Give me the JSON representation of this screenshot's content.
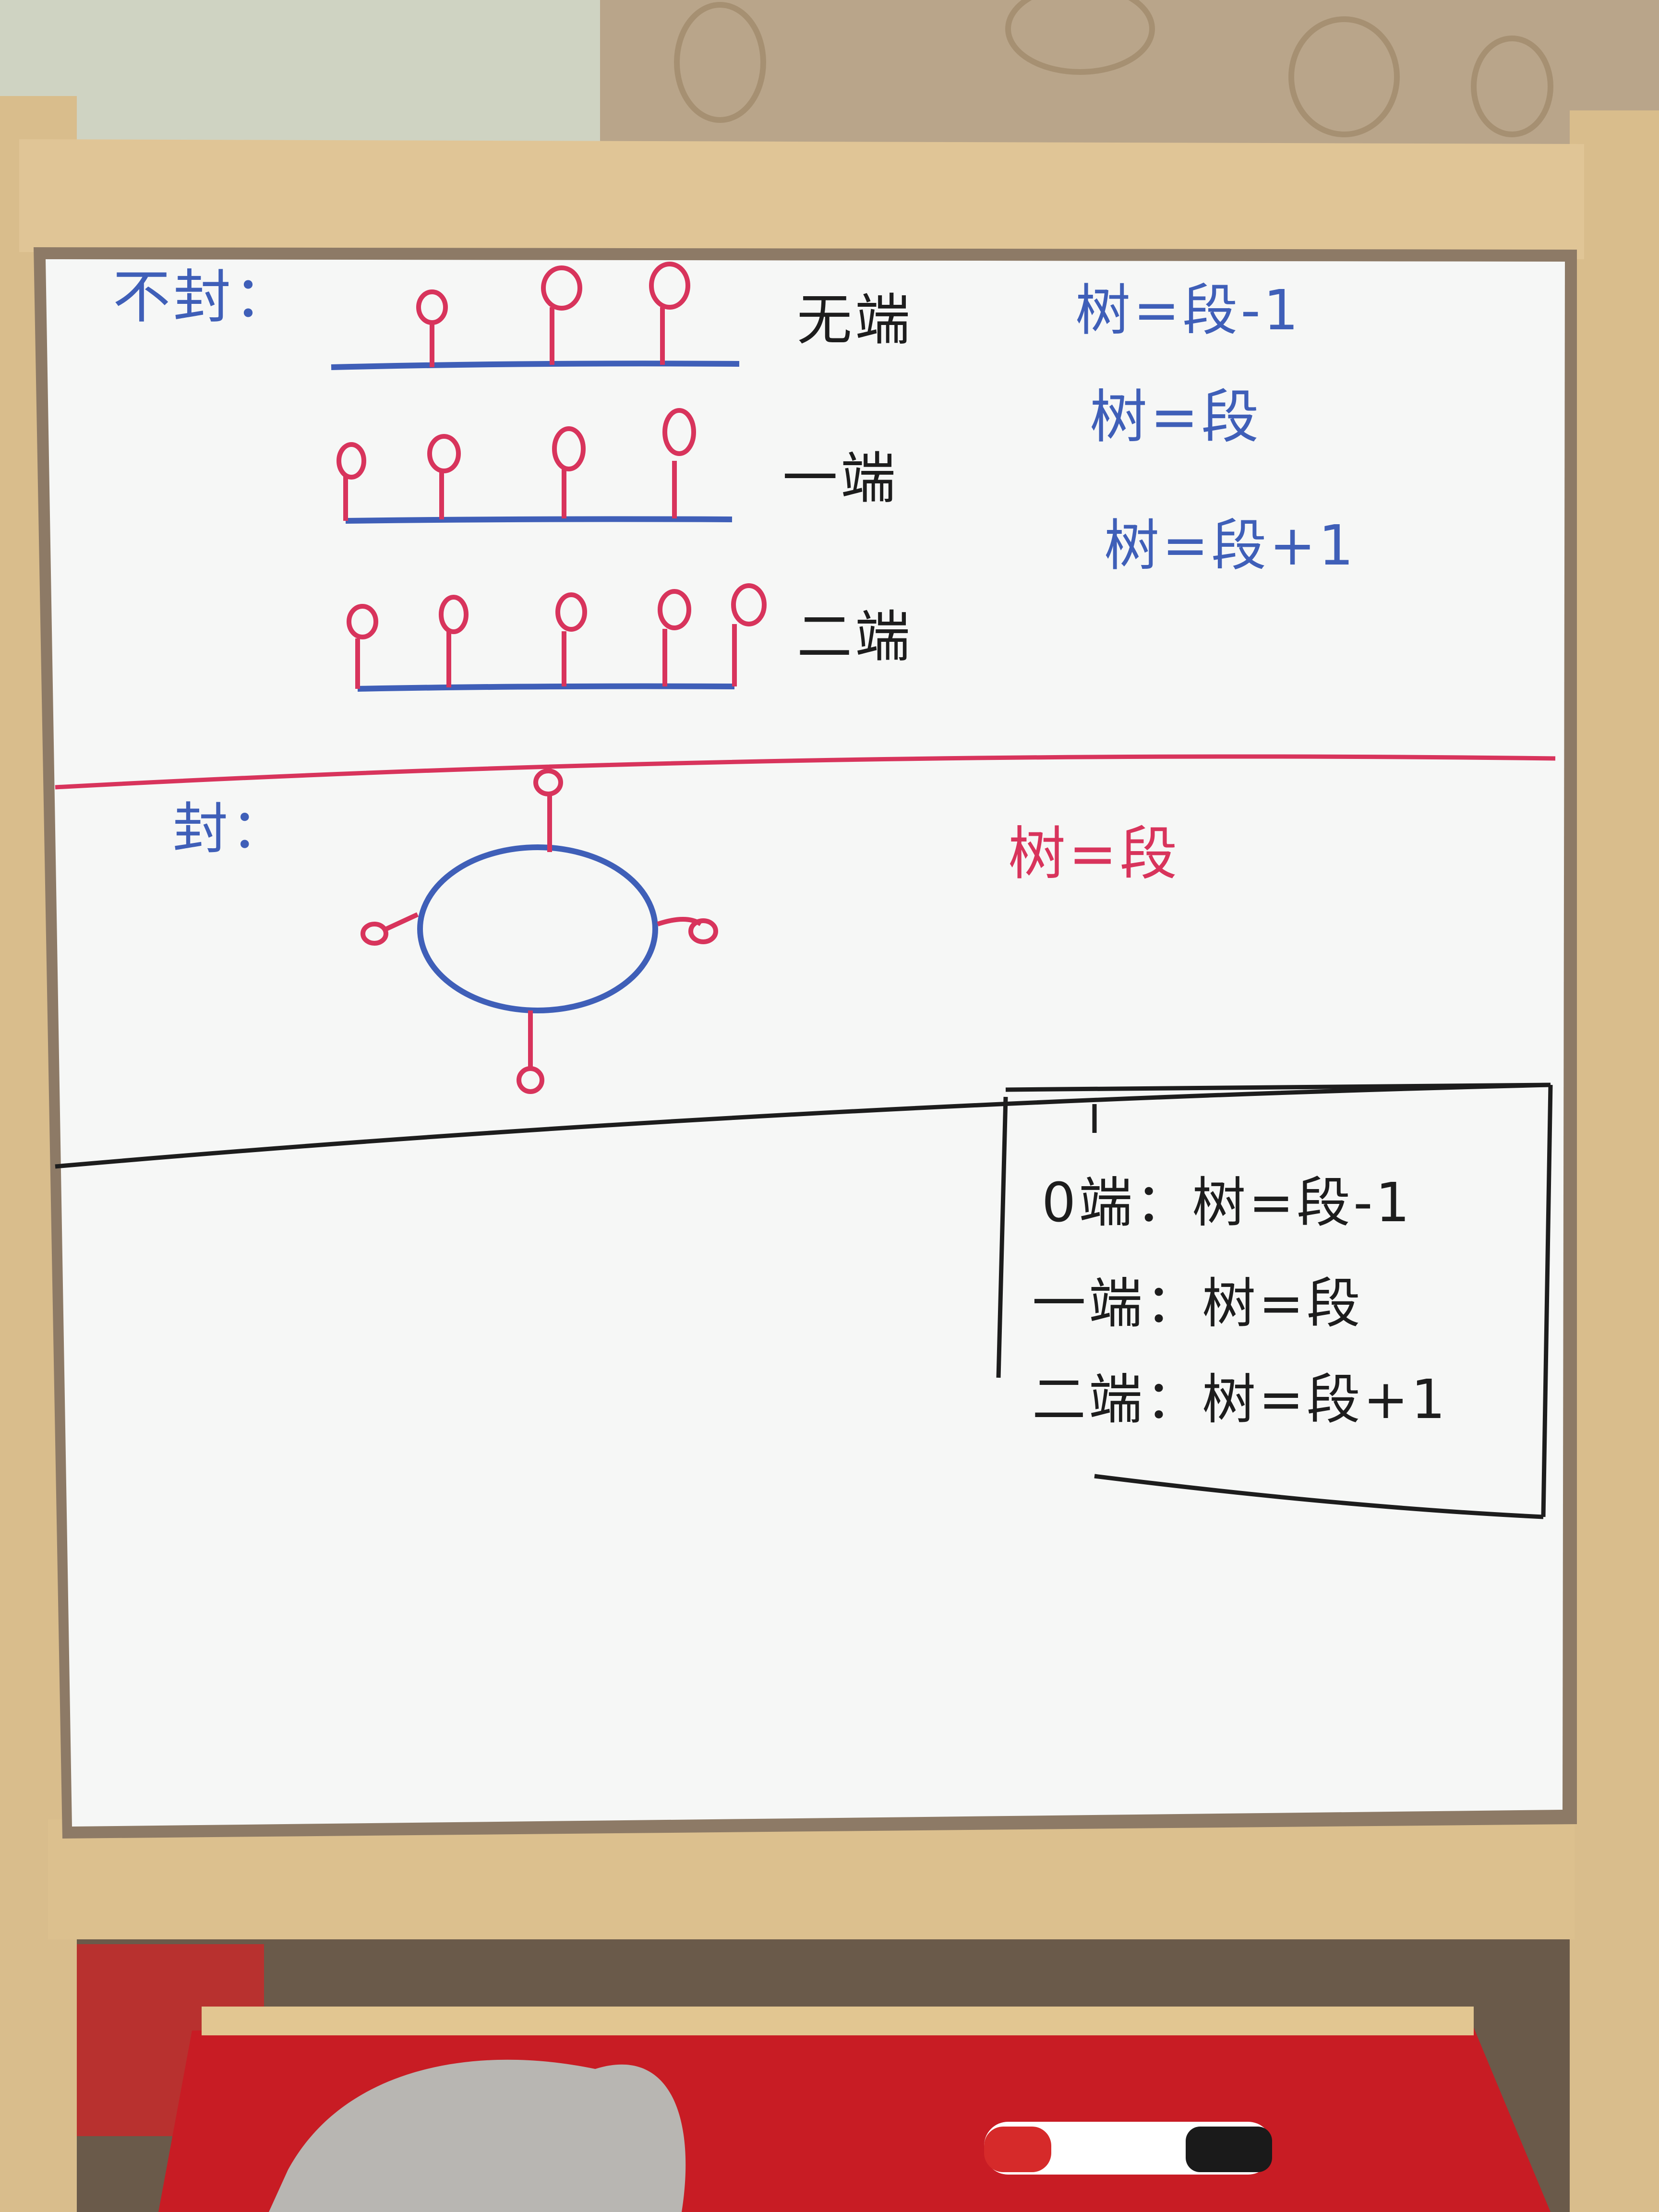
{
  "section_unsealed": {
    "title": "不封：",
    "rows": [
      {
        "label": "无端",
        "formula": "树=段-1"
      },
      {
        "label": "一端",
        "formula": "树=段"
      },
      {
        "label": "二端",
        "formula": "树=段+1"
      }
    ]
  },
  "section_sealed": {
    "title": "封：",
    "formula": "树=段"
  },
  "summary_box": {
    "lines": [
      "0端：树=段-1",
      "一端：树=段",
      "二端：树=段+1"
    ]
  },
  "colors": {
    "blue_marker": "#3f5fb8",
    "red_marker": "#d8345c",
    "black_marker": "#1d1d1d",
    "board": "#f6f7f6",
    "frame_wood": "#d9bd8c",
    "tray_red": "#c81c24"
  }
}
